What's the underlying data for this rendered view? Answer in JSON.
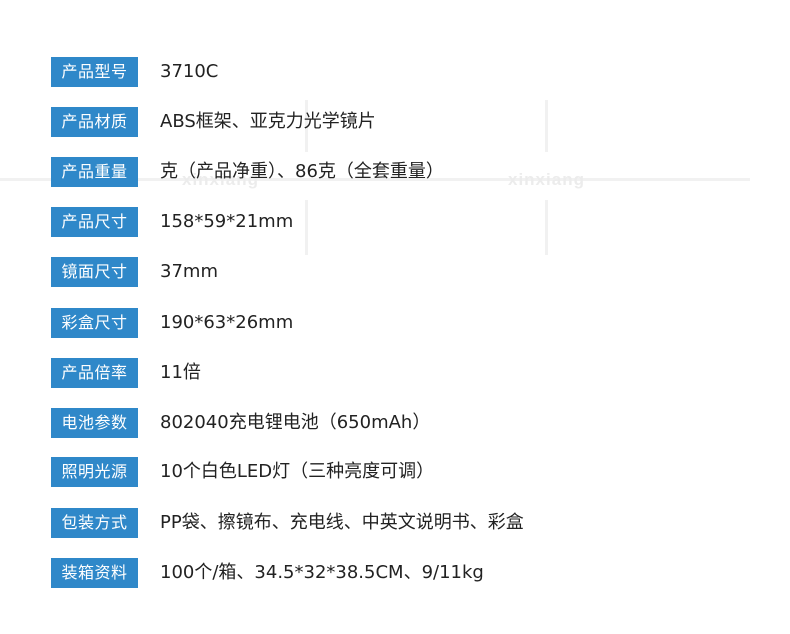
{
  "watermark": {
    "left_text": "xinxiang",
    "right_text": "xinxiang"
  },
  "colors": {
    "label_background": "#2f88c9",
    "label_text": "#ffffff",
    "value_text": "#222222"
  },
  "specs": [
    {
      "label": "产品型号",
      "value": "3710C"
    },
    {
      "label": "产品材质",
      "value": "ABS框架、亚克力光学镜片"
    },
    {
      "label": "产品重量",
      "value": "克（产品净重）、86克（全套重量）"
    },
    {
      "label": "产品尺寸",
      "value": "158*59*21mm"
    },
    {
      "label": "镜面尺寸",
      "value": "37mm"
    },
    {
      "label": "彩盒尺寸",
      "value": "190*63*26mm"
    },
    {
      "label": "产品倍率",
      "value": "11倍"
    },
    {
      "label": "电池参数",
      "value": "802040充电锂电池（650mAh）"
    },
    {
      "label": "照明光源",
      "value": "10个白色LED灯（三种亮度可调）"
    },
    {
      "label": "包装方式",
      "value": "PP袋、擦镜布、充电线、中英文说明书、彩盒"
    },
    {
      "label": "装箱资料",
      "value": "100个/箱、34.5*32*38.5CM、9/11kg"
    }
  ]
}
